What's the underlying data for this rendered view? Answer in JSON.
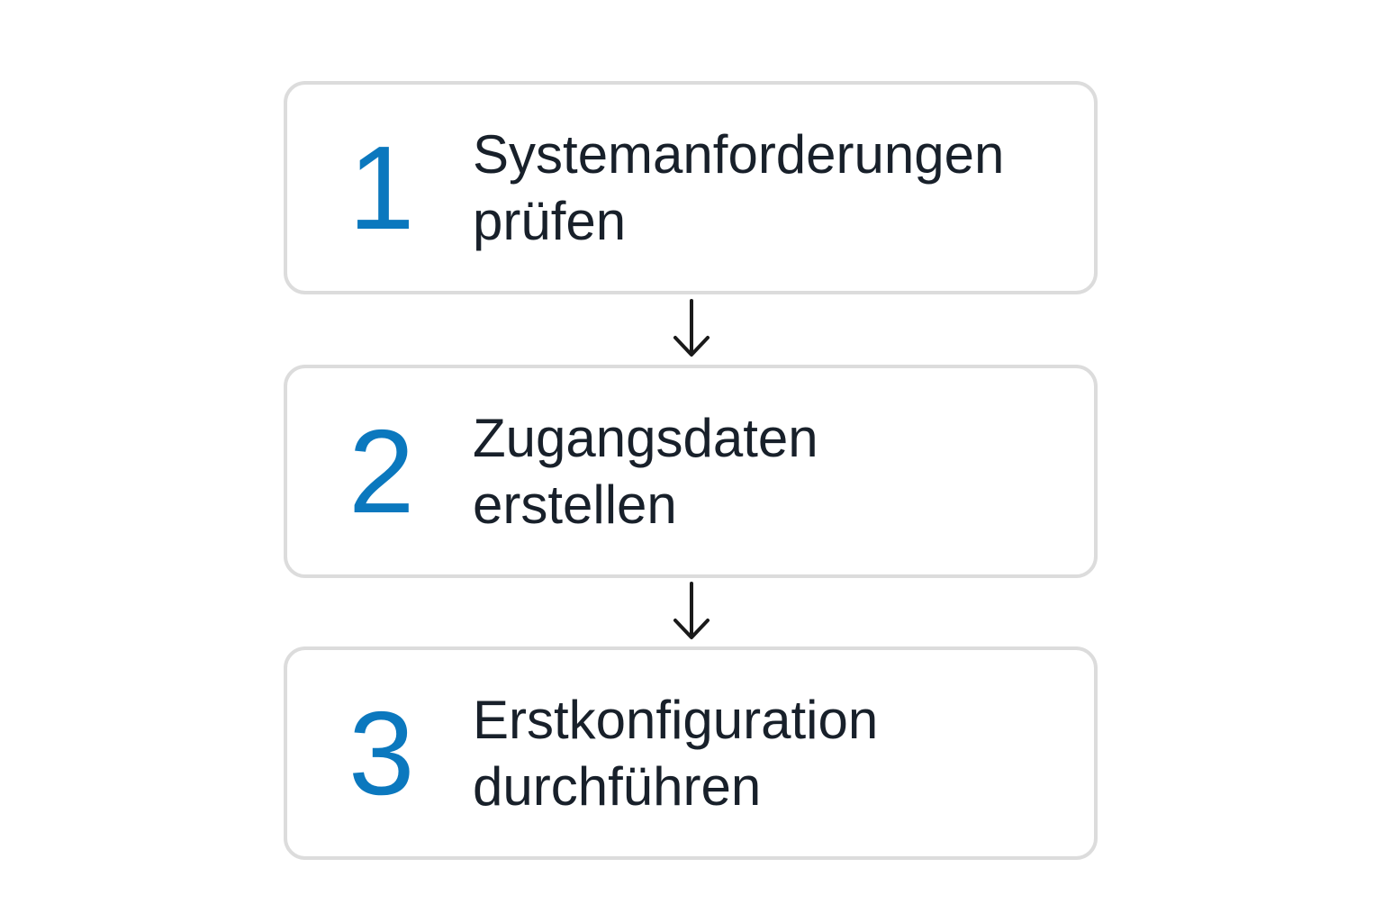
{
  "accent_color": "#0b78be",
  "steps": [
    {
      "number": "1",
      "label": "Systemanforderungen\nprüfen"
    },
    {
      "number": "2",
      "label": "Zugangsdaten\nerstellen"
    },
    {
      "number": "3",
      "label": "Erstkonfiguration\ndurchführen"
    }
  ],
  "connectors": [
    {
      "icon": "arrow-down-icon"
    },
    {
      "icon": "arrow-down-icon"
    }
  ]
}
